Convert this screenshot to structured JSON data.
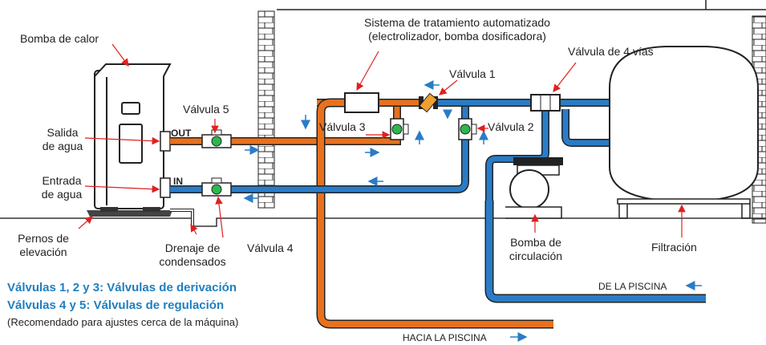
{
  "labels": {
    "heat_pump": "Bomba de calor",
    "water_out_1": "Salida",
    "water_out_2": "de agua",
    "water_in_1": "Entrada",
    "water_in_2": "de agua",
    "lifting_bolts_1": "Pernos de",
    "lifting_bolts_2": "elevación",
    "condensate_1": "Drenaje de",
    "condensate_2": "condensados",
    "valve_1": "Válvula 1",
    "valve_2": "Válvula 2",
    "valve_3": "Válvula 3",
    "valve_4": "Válvula 4",
    "valve_5": "Válvula 5",
    "four_way_valve": "Válvula de 4 vías",
    "treatment_1": "Sistema de tratamiento automatizado",
    "treatment_2": "(electrolizador, bomba dosificadora)",
    "circulation_pump_1": "Bomba de",
    "circulation_pump_2": "circulación",
    "filtration": "Filtración",
    "from_pool": "DE LA PISCINA",
    "to_pool": "HACIA LA PISCINA",
    "out_tag": "OUT",
    "in_tag": "IN"
  },
  "legend": {
    "bypass": "Válvulas 1, 2 y 3: Válvulas de derivación",
    "regulation": "Válvulas 4 y 5: Válvulas de regulación",
    "note": "(Recomendado para ajustes cerca de la máquina)"
  },
  "colors": {
    "hot_pipe": "#e8711e",
    "cold_pipe": "#2a7cc7",
    "valve_green": "#2db84b",
    "valve_orange": "#f0a030",
    "arrow_red": "#e02020",
    "legend_blue": "#1f7fc1"
  }
}
